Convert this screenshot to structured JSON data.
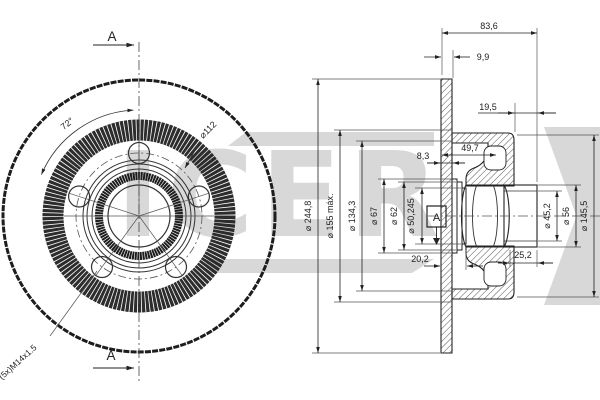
{
  "watermark": "ICER",
  "front_view": {
    "section_marker_top": "A",
    "section_marker_bottom": "A",
    "angle_label": "72°",
    "bolt_circle_label": "⌀112",
    "thread_label": "(5x)M14x1.5"
  },
  "section_view": {
    "datum_label": "A",
    "dim_total_width": "83,6",
    "dim_disc_thickness": "9,9",
    "dim_19_5": "19,5",
    "dim_49_7": "49,7",
    "dim_8_3": "8,3",
    "dim_20_2": "20,2",
    "dim_25_2": "25,2",
    "dia_outer": "⌀ 244,8",
    "dia_155_max": "⌀ 155 máx.",
    "dia_134_3": "⌀ 134,3",
    "dia_67": "⌀ 67",
    "dia_62": "⌀ 62",
    "dia_50_245": "⌀ 50,245",
    "dia_45_2": "⌀ 45,2",
    "dia_56": "⌀ 56",
    "dia_145_5": "⌀ 145,5"
  },
  "colors": {
    "line": "#222222",
    "watermark": "#d8d8d8",
    "background": "#ffffff"
  }
}
